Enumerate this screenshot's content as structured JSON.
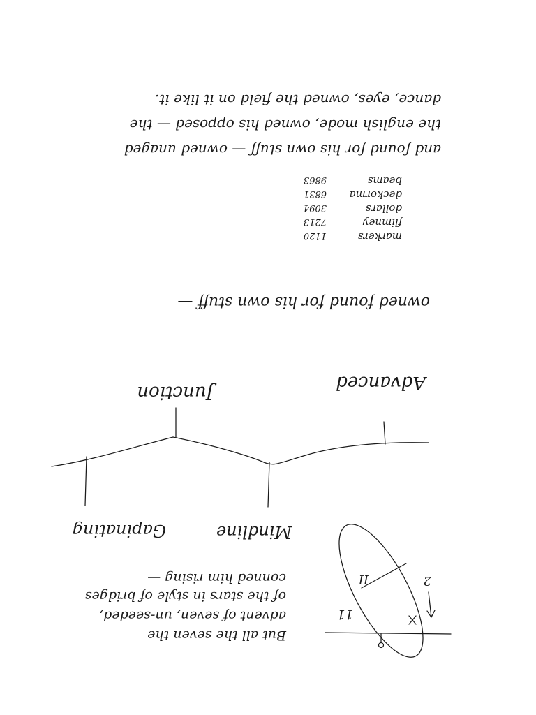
{
  "page": {
    "orientation": "upside-down",
    "ink_color": "#1a1a1a",
    "background": "#ffffff"
  },
  "notes": {
    "paragraph_top": [
      "and found for his own stuff — owned unaged",
      "the english mode, owned his opposed — the",
      "dance, eyes, owned the field on it like it."
    ],
    "table": [
      [
        "markers",
        "1120"
      ],
      [
        "flimney",
        "7213"
      ],
      [
        "dollars",
        "3094"
      ],
      [
        "deckorma",
        "6831"
      ],
      [
        "beams",
        "9863"
      ]
    ],
    "line_middle": "owned found for his own stuff —",
    "paragraph_bottom": [
      "But all the seven the",
      "advent of seven, un-seeded,",
      "of the stars in style of bridges",
      "conned him rising —"
    ]
  },
  "diagram": {
    "labels": {
      "top_left": "Advanced",
      "top_center": "Junction",
      "bottom_center": "Mindline",
      "bottom_left": "Gapinating"
    },
    "ellipse_labels": {
      "inner": "II",
      "right": "2",
      "left": "11"
    }
  }
}
